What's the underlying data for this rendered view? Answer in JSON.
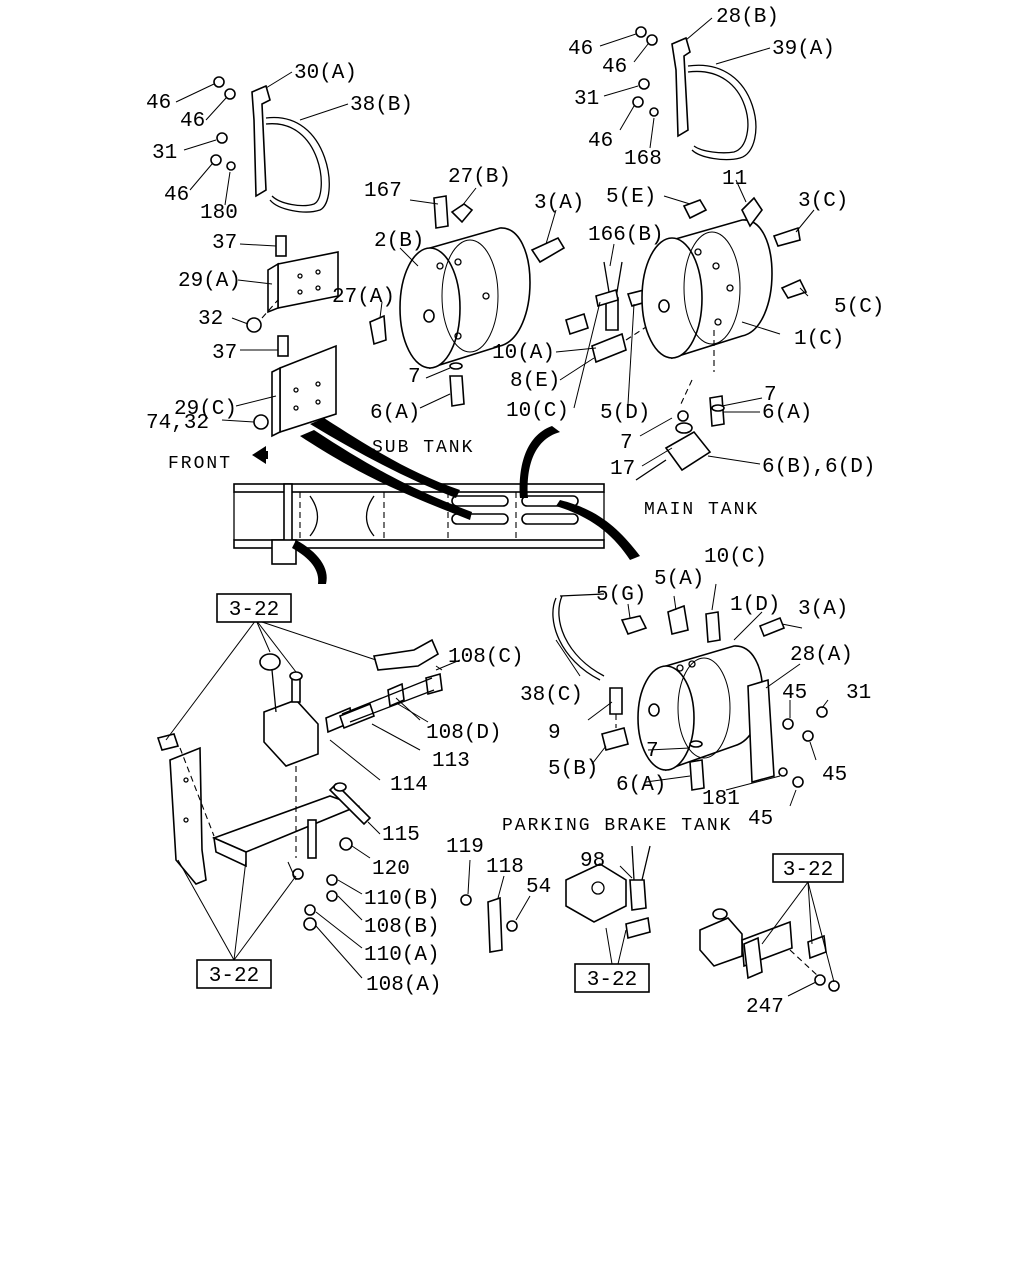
{
  "captions": {
    "sub_tank": "SUB TANK",
    "main_tank": "MAIN TANK",
    "parking_brake_tank": "PARKING BRAKE TANK",
    "front": "FRONT"
  },
  "ref_boxes": [
    "3-22",
    "3-22",
    "3-22",
    "3-22"
  ],
  "labels": [
    "28(B)",
    "46",
    "46",
    "39(A)",
    "31",
    "46",
    "168",
    "46",
    "30(A)",
    "46",
    "38(B)",
    "31",
    "46",
    "180",
    "167",
    "27(B)",
    "3(A)",
    "2(B)",
    "11",
    "5(E)",
    "3(C)",
    "166(B)",
    "37",
    "29(A)",
    "27(A)",
    "32",
    "5(C)",
    "1(C)",
    "10(A)",
    "37",
    "29(C)",
    "7",
    "8(E)",
    "7",
    "10(C)",
    "5(D)",
    "6(A)",
    "6(A)",
    "74,32",
    "7",
    "17",
    "6(B),6(D)",
    "10(C)",
    "5(G)",
    "5(A)",
    "1(D)",
    "3(A)",
    "108(C)",
    "28(A)",
    "38(C)",
    "45",
    "31",
    "108(D)",
    "9",
    "113",
    "7",
    "5(B)",
    "6(A)",
    "45",
    "114",
    "181",
    "45",
    "115",
    "120",
    "110(B)",
    "108(B)",
    "110(A)",
    "108(A)",
    "119",
    "118",
    "98",
    "54",
    "247"
  ]
}
